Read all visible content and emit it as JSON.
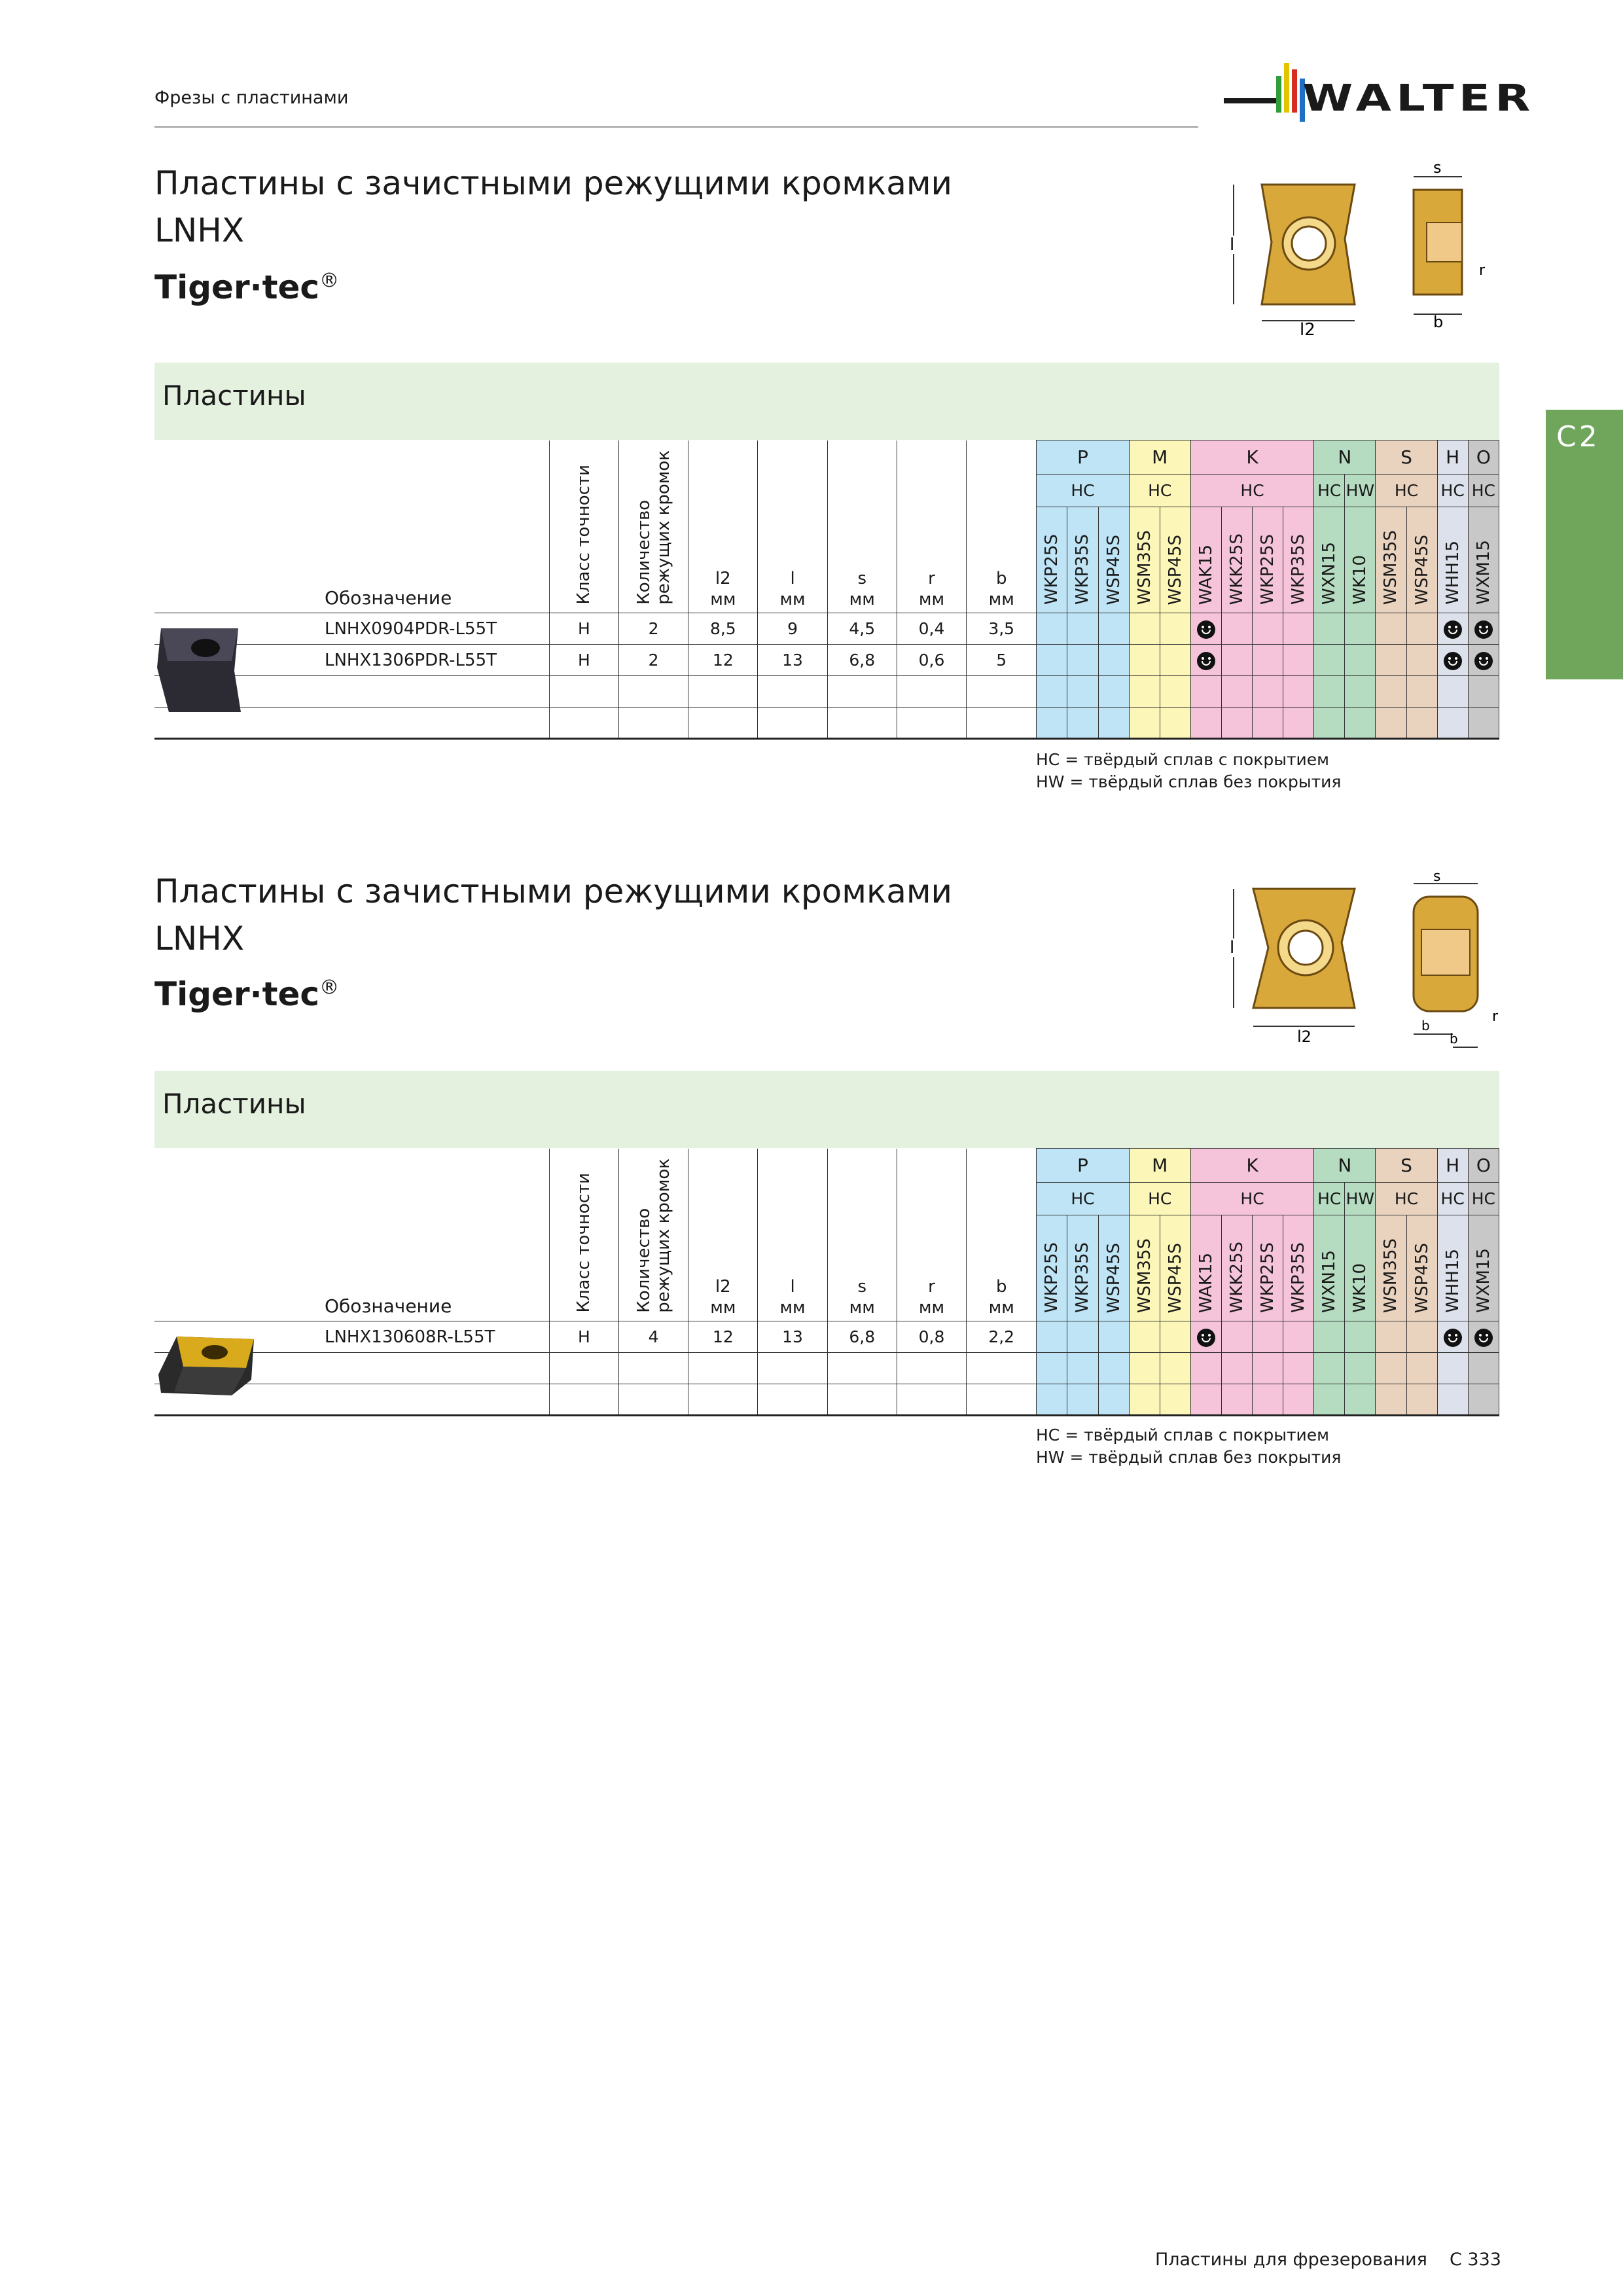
{
  "header": {
    "section": "Фрезы с пластинами",
    "brand": "WALTER"
  },
  "side_tab": "C2",
  "sections": [
    {
      "title_line1": "Пластины с зачистными режущими кромками",
      "title_line2": "LNHX",
      "product_line": "Tiger·tec",
      "registered": "®",
      "band_label": "Пластины",
      "dim_labels": {
        "l": "l",
        "l2": "l2",
        "s": "s",
        "r": "r",
        "b": "b"
      },
      "rows": [
        {
          "name": "LNHX0904PDR-L55T",
          "class": "H",
          "edges": "2",
          "l2": "8,5",
          "l": "9",
          "s": "4,5",
          "r": "0,4",
          "b": "3,5",
          "grades": [
            "WAK15",
            "WHH15",
            "WXM15"
          ]
        },
        {
          "name": "LNHX1306PDR-L55T",
          "class": "H",
          "edges": "2",
          "l2": "12",
          "l": "13",
          "s": "6,8",
          "r": "0,6",
          "b": "5",
          "grades": [
            "WAK15",
            "WHH15",
            "WXM15"
          ]
        }
      ]
    },
    {
      "title_line1": "Пластины с зачистными режущими кромками",
      "title_line2": "LNHX",
      "product_line": "Tiger·tec",
      "registered": "®",
      "band_label": "Пластины",
      "dim_labels": {
        "l": "l",
        "l2": "l2",
        "s": "s",
        "r": "r",
        "b": "b"
      },
      "rows": [
        {
          "name": "LNHX130608R-L55T",
          "class": "H",
          "edges": "4",
          "l2": "12",
          "l": "13",
          "s": "6,8",
          "r": "0,8",
          "b": "2,2",
          "grades": [
            "WAK15",
            "WHH15",
            "WXM15"
          ]
        }
      ]
    }
  ],
  "table_header": {
    "designation": "Обозначение",
    "tolerance_class": "Класс точности",
    "edges_line1": "Количество",
    "edges_line2": "режущих кромок",
    "dims": [
      {
        "label": "l2",
        "unit": "мм"
      },
      {
        "label": "l",
        "unit": "мм"
      },
      {
        "label": "s",
        "unit": "мм"
      },
      {
        "label": "r",
        "unit": "мм"
      },
      {
        "label": "b",
        "unit": "мм"
      }
    ],
    "groups": [
      {
        "letter": "P",
        "coat": "HC",
        "span": 3,
        "color": "#bfe4f6"
      },
      {
        "letter": "M",
        "coat": "HC",
        "span": 2,
        "color": "#fcf7b8"
      },
      {
        "letter": "K",
        "coat": "HC",
        "span": 4,
        "color": "#f6c4da"
      },
      {
        "letter": "N",
        "coat": "HC|HW",
        "span": 2,
        "color": "#b5dcc1"
      },
      {
        "letter": "S",
        "coat": "HC",
        "span": 2,
        "color": "#e9d3bf"
      },
      {
        "letter": "H",
        "coat": "HC",
        "span": 1,
        "color": "#dde1ec"
      },
      {
        "letter": "O",
        "coat": "HC",
        "span": 1,
        "color": "#c8c8c8"
      }
    ],
    "grades": [
      "WKP25S",
      "WKP35S",
      "WSP45S",
      "WSM35S",
      "WSP45S",
      "WAK15",
      "WKK25S",
      "WKP25S",
      "WKP35S",
      "WXN15",
      "WK10",
      "WSM35S",
      "WSP45S",
      "WHH15",
      "WXM15"
    ]
  },
  "legend": {
    "hc": "HC = твёрдый сплав с покрытием",
    "hw": "HW = твёрдый сплав без покрытия"
  },
  "footer": {
    "label": "Пластины для фрезерования",
    "page": "C 333"
  }
}
